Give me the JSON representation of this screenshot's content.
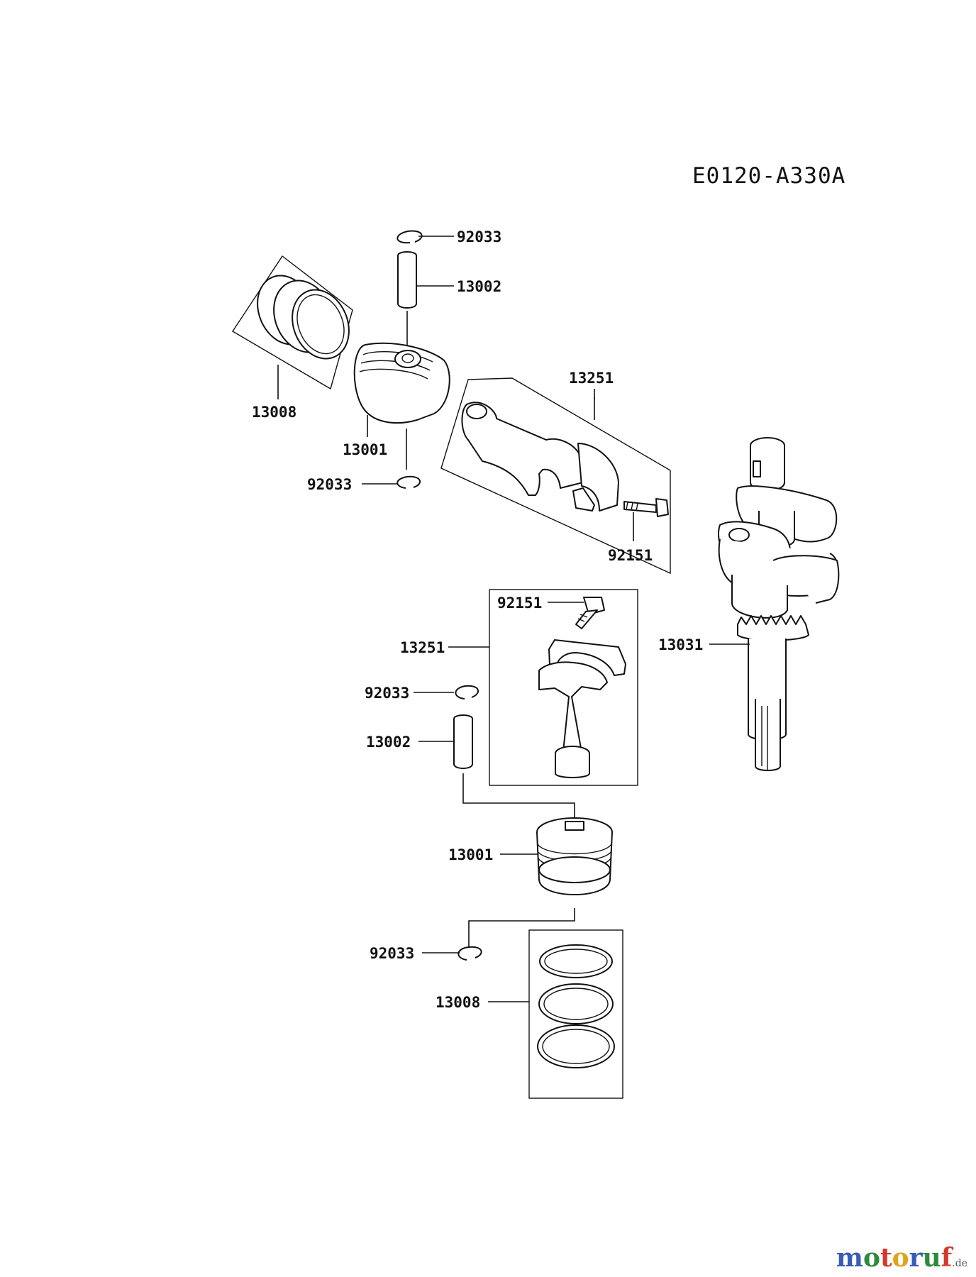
{
  "diagram_code": "E0120-A330A",
  "watermark": {
    "name": "motoruf",
    "domain": ".de",
    "colors": [
      "#3a5bb8",
      "#2f8a3c",
      "#d33a2c",
      "#e3a21a"
    ]
  },
  "labels": {
    "snap_ring_top": "92033",
    "pin_top": "13002",
    "rings_top": "13008",
    "piston_top": "13001",
    "snap_ring_mid": "92033",
    "rod_top": "13251",
    "bolt_top": "92151",
    "bolt_mid": "92151",
    "rod_mid": "13251",
    "snap_ring_left": "92033",
    "pin_mid": "13002",
    "crankshaft": "13031",
    "piston_bottom": "13001",
    "snap_ring_bottom": "92033",
    "rings_bottom": "13008"
  }
}
